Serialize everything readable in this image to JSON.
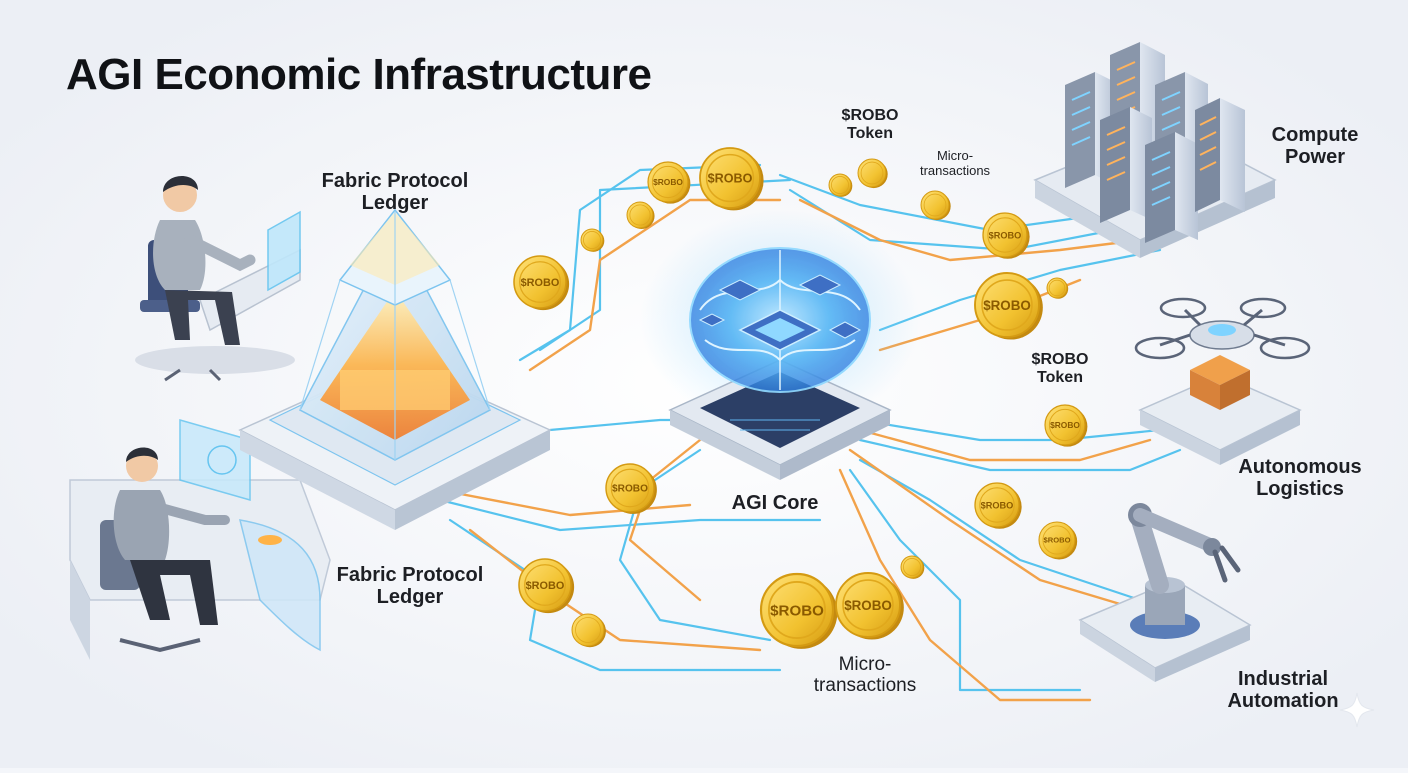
{
  "diagram": {
    "title": "AGI Economic Infrastructure",
    "labels": {
      "ledger_top": [
        "Fabric Protocol",
        "Ledger"
      ],
      "ledger_bottom": [
        "Fabric Protocol",
        "Ledger"
      ],
      "agi_core": "AGI Core",
      "token_top": [
        "$ROBO",
        "Token"
      ],
      "token_mid": [
        "$ROBO",
        "Token"
      ],
      "micro_top": [
        "Micro-",
        "transactions"
      ],
      "micro_bottom": [
        "Micro-",
        "transactions"
      ],
      "compute": [
        "Compute",
        "Power"
      ],
      "logistics": [
        "Autonomous",
        "Logistics"
      ],
      "industrial": [
        "Industrial",
        "Automation"
      ]
    },
    "coin_text": "$ROBO",
    "colors": {
      "background": "#f4f6fa",
      "data_line": "#56c3ee",
      "payment_line": "#f2a24a",
      "coin": "#f2c230",
      "glow": "#3aa6f0"
    },
    "icons": [
      "person-icon",
      "pyramid-ledger-icon",
      "brain-chip-icon",
      "server-rack-icon",
      "drone-icon",
      "robot-arm-icon",
      "sparkle-icon"
    ]
  }
}
